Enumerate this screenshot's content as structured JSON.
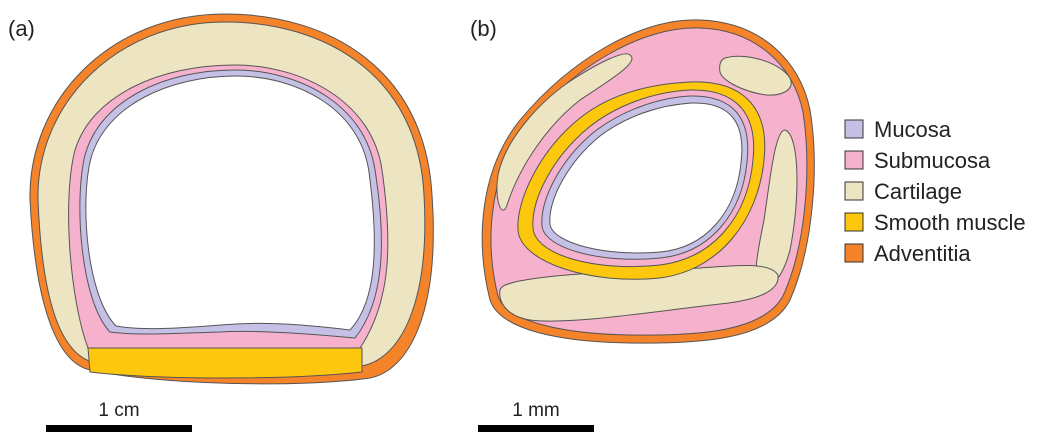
{
  "panels": {
    "a": {
      "label": "(a)",
      "scale_label": "1 cm"
    },
    "b": {
      "label": "(b)",
      "scale_label": "1 mm"
    }
  },
  "legend": {
    "items": [
      {
        "label": "Mucosa",
        "color": "#c5c1e6"
      },
      {
        "label": "Submucosa",
        "color": "#f6b1cd"
      },
      {
        "label": "Cartilage",
        "color": "#ede4c1"
      },
      {
        "label": "Smooth muscle",
        "color": "#fcc70d"
      },
      {
        "label": "Adventitia",
        "color": "#f5832a"
      }
    ]
  },
  "colors": {
    "mucosa": "#c5c1e6",
    "submucosa": "#f6b1cd",
    "cartilage": "#ede4c1",
    "smooth_muscle": "#fcc70d",
    "adventitia": "#f5832a",
    "lumen": "#ffffff",
    "scale_bar": "#000000"
  }
}
